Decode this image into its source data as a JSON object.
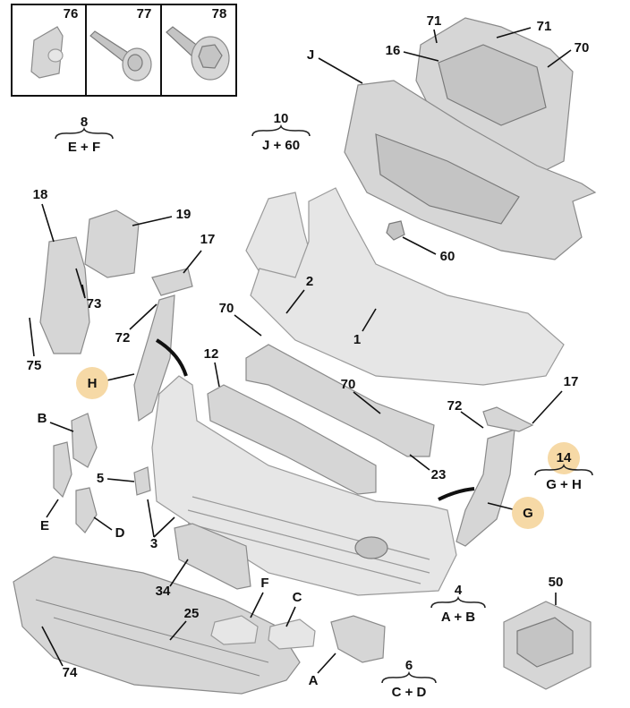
{
  "title": "Front bumper exploded parts diagram",
  "fasteners_box": [
    {
      "label": "76"
    },
    {
      "label": "77"
    },
    {
      "label": "78"
    }
  ],
  "groups": [
    {
      "number": "8",
      "parts": "E + F"
    },
    {
      "number": "10",
      "parts": "J + 60"
    },
    {
      "number": "14",
      "parts": "G + H",
      "highlighted": true
    },
    {
      "number": "4",
      "parts": "A + B"
    },
    {
      "number": "6",
      "parts": "C + D"
    }
  ],
  "callouts": {
    "c71a": "71",
    "c71b": "71",
    "c70a": "70",
    "c16": "16",
    "cJ": "J",
    "c19": "19",
    "c18": "18",
    "c17a": "17",
    "c73": "73",
    "c75": "75",
    "c72a": "72",
    "cH": "H",
    "c60": "60",
    "c2": "2",
    "c1": "1",
    "c70b": "70",
    "c12": "12",
    "c70c": "70",
    "c23": "23",
    "c72b": "72",
    "c17b": "17",
    "cG": "G",
    "cB": "B",
    "c5": "5",
    "cE": "E",
    "cD": "D",
    "c3": "3",
    "c34": "34",
    "cF": "F",
    "cC": "C",
    "c25": "25",
    "cA": "A",
    "c74": "74",
    "c50": "50"
  },
  "highlight_color": "#f6d9a6"
}
